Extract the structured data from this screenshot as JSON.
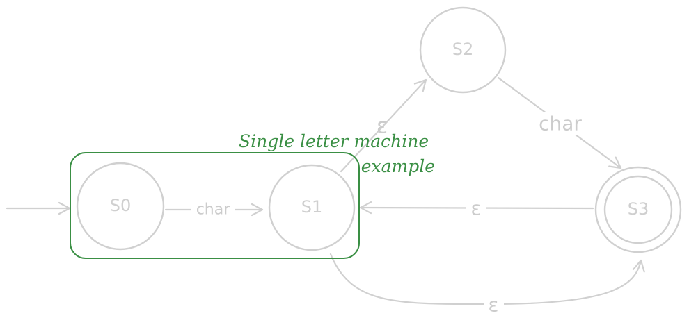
{
  "diagram": {
    "type": "state-machine",
    "nodes": [
      {
        "id": "S0",
        "label": "S0",
        "accepting": false
      },
      {
        "id": "S1",
        "label": "S1",
        "accepting": false
      },
      {
        "id": "S2",
        "label": "S2",
        "accepting": false
      },
      {
        "id": "S3",
        "label": "S3",
        "accepting": true
      }
    ],
    "edges": [
      {
        "from": "start",
        "to": "S0",
        "label": ""
      },
      {
        "from": "S0",
        "to": "S1",
        "label": "char"
      },
      {
        "from": "S1",
        "to": "S2",
        "label": "ε"
      },
      {
        "from": "S2",
        "to": "S3",
        "label": "char"
      },
      {
        "from": "S3",
        "to": "S1",
        "label": "ε"
      },
      {
        "from": "S1",
        "to": "S3",
        "label": "ε"
      }
    ],
    "group": {
      "label_line1": "Single letter machine",
      "label_line2": "example"
    }
  },
  "colors": {
    "edge": "#d0d0d0",
    "node_text": "#cfcfcf",
    "group": "#3a8f44"
  }
}
